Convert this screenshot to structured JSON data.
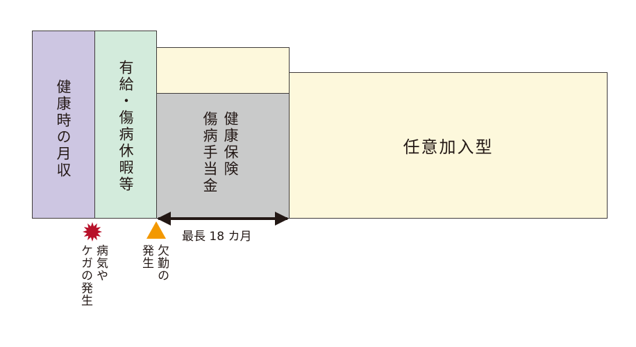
{
  "blocks": {
    "health_income": "健康時の月収",
    "paid_leave": "有給・傷病休暇等",
    "insurance": [
      "健康保険",
      "傷病手当金"
    ],
    "optional": "任意加入型"
  },
  "markers": {
    "illness": [
      "病気や",
      "ケガの発生"
    ],
    "absence": [
      "欠勤の",
      "発生"
    ]
  },
  "duration_label": "最長 18 カ月",
  "colors": {
    "health_income": "#cdc6e2",
    "paid_leave": "#d3ebdc",
    "insurance": "#c9caca",
    "optional": "#fdf8dc",
    "illness_marker": "#b8112a",
    "absence_marker": "#f39800",
    "arrow": "#231815"
  },
  "icons": {
    "illness": "starburst-icon",
    "absence": "triangle-icon"
  }
}
